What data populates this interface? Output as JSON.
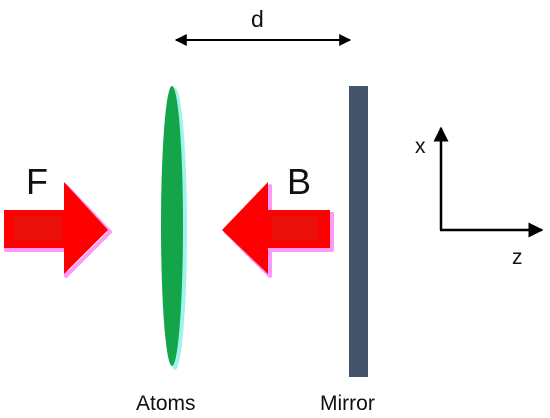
{
  "labels": {
    "distance": "d",
    "forward_beam": "F",
    "backward_beam": "B",
    "axis_x": "x",
    "axis_z": "z",
    "atoms": "Atoms",
    "mirror": "Mirror"
  },
  "colors": {
    "beam_fill": "#ff0000",
    "beam_glow": "#ff44ee",
    "atoms_fill": "#14a44a",
    "atoms_glow": "#7cf0e6",
    "mirror_fill": "#44546a",
    "line": "#000000"
  }
}
